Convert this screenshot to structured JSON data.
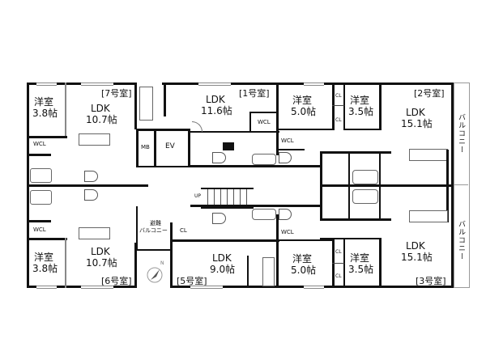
{
  "plan": {
    "units": [
      {
        "id": "7",
        "label": "[7号室]",
        "ldk": {
          "name": "LDK",
          "size": "10.7帖"
        },
        "western_room": {
          "name": "洋室",
          "size": "3.8帖"
        },
        "wcl": "WCL"
      },
      {
        "id": "1",
        "label": "[1号室]",
        "ldk": {
          "name": "LDK",
          "size": "11.6帖"
        },
        "western_room": {
          "name": "洋室",
          "size": "5.0帖"
        },
        "wcl": "WCL"
      },
      {
        "id": "2",
        "label": "[2号室]",
        "ldk": {
          "name": "LDK",
          "size": "15.1帖"
        },
        "western_room": {
          "name": "洋室",
          "size": "3.5帖"
        },
        "closets": [
          "CL",
          "CL"
        ]
      },
      {
        "id": "6",
        "label": "[6号室]",
        "ldk": {
          "name": "LDK",
          "size": "10.7帖"
        },
        "western_room": {
          "name": "洋室",
          "size": "3.8帖"
        },
        "wcl": "WCL"
      },
      {
        "id": "5",
        "label": "[5号室]",
        "ldk": {
          "name": "LDK",
          "size": "9.0帖"
        },
        "western_room": {
          "name": "洋室",
          "size": "5.0帖"
        },
        "wcl": "WCL",
        "cl": "CL"
      },
      {
        "id": "3",
        "label": "[3号室]",
        "ldk": {
          "name": "LDK",
          "size": "15.1帖"
        },
        "western_room": {
          "name": "洋室",
          "size": "3.5帖"
        },
        "closets": [
          "CL",
          "CL"
        ]
      }
    ],
    "common": {
      "mb": "MB",
      "ev": "EV",
      "stairs_up": "UP",
      "evacuation_balcony": "避難\nバルコニー",
      "evacuation_balcony_line1": "避難",
      "evacuation_balcony_line2": "バルコニー",
      "balcony_top": "バルコニー",
      "balcony_bottom": "バルコニー",
      "compass": "N"
    },
    "extra_wcl": [
      "WCL",
      "WCL"
    ],
    "extra_cl": [
      "CL",
      "CL"
    ]
  }
}
